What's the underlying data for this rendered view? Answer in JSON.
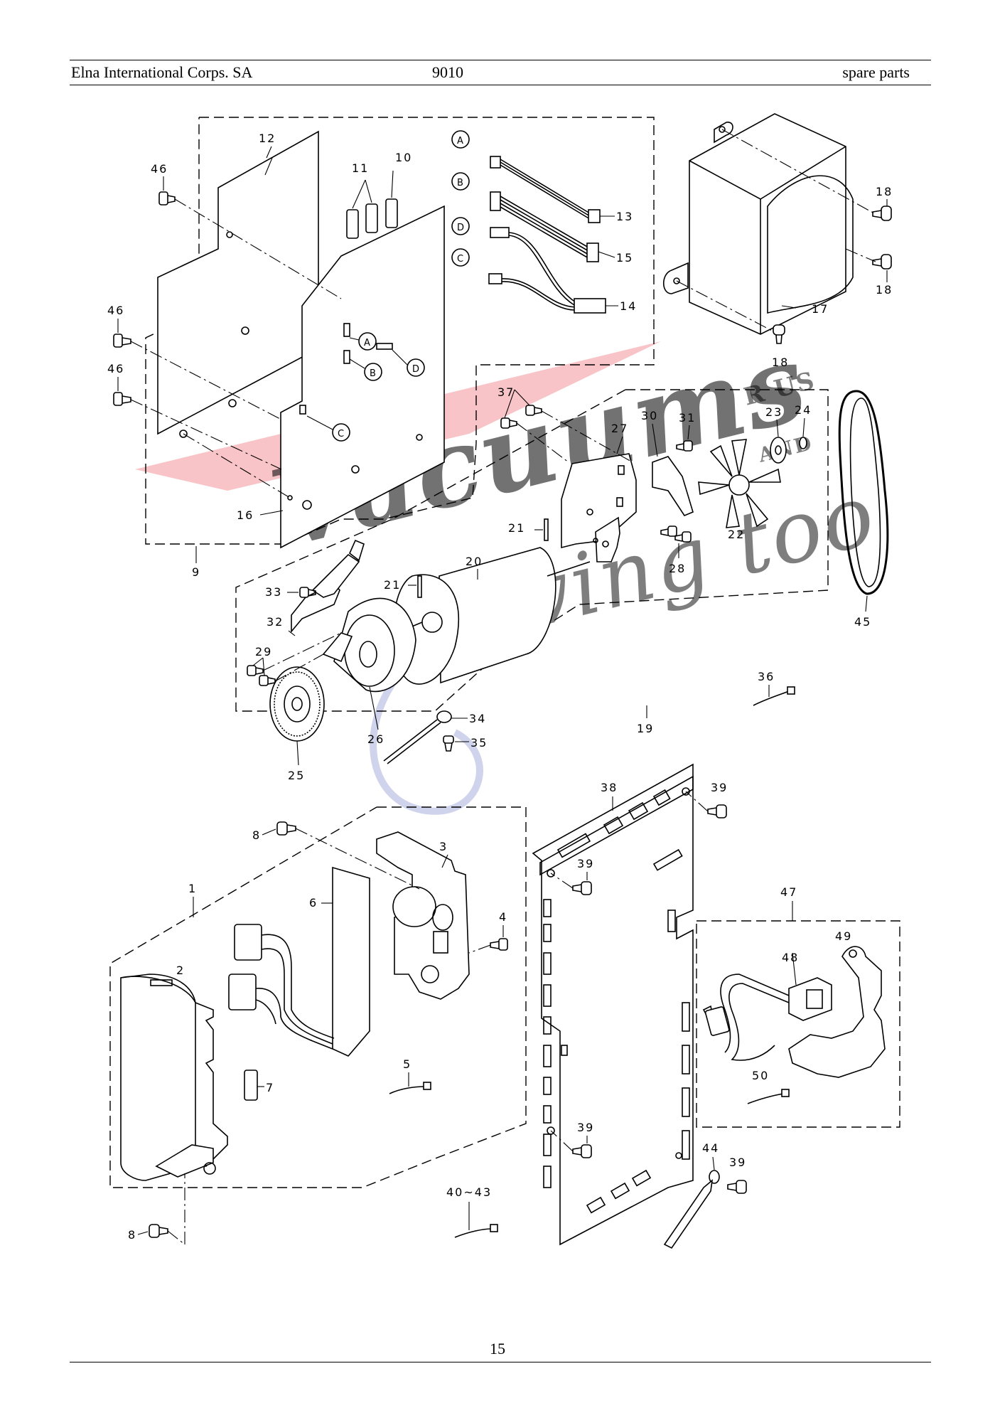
{
  "header": {
    "company": "Elna International Corps. SA",
    "model": "9010",
    "section": "spare parts"
  },
  "page_number": "15",
  "watermark": {
    "line1": "Vacuums",
    "line2": "Sewing too",
    "small1": "R US",
    "small2": "AND",
    "colors": {
      "red": "#e8505a",
      "blue": "#5a6ab8"
    }
  },
  "callouts": {
    "p1": "1",
    "p2": "2",
    "p3": "3",
    "p4": "4",
    "p5": "5",
    "p6": "6",
    "p7": "7",
    "p8a": "8",
    "p8b": "8",
    "p9": "9",
    "p10": "10",
    "p11": "11",
    "p12": "12",
    "p13": "13",
    "p14": "14",
    "p15": "15",
    "p16": "16",
    "p17": "17",
    "p18a": "18",
    "p18b": "18",
    "p18c": "18",
    "p19": "19",
    "p20": "20",
    "p21a": "21",
    "p21b": "21",
    "p22": "22",
    "p23": "23",
    "p24": "24",
    "p25": "25",
    "p26": "26",
    "p27": "27",
    "p28": "28",
    "p29": "29",
    "p30": "30",
    "p31": "31",
    "p32": "32",
    "p33": "33",
    "p34": "34",
    "p35": "35",
    "p36": "36",
    "p37": "37",
    "p38": "38",
    "p39a": "39",
    "p39b": "39",
    "p39c": "39",
    "p39d": "39",
    "p4043": "40~43",
    "p44": "44",
    "p45": "45",
    "p46a": "46",
    "p46b": "46",
    "p46c": "46",
    "p47": "47",
    "p48": "48",
    "p49": "49",
    "p50": "50"
  },
  "connector_labels": {
    "a1": "A",
    "b1": "B",
    "d1": "D",
    "c1": "C",
    "a2": "A",
    "b2": "B",
    "d2": "D",
    "c2": "C"
  }
}
